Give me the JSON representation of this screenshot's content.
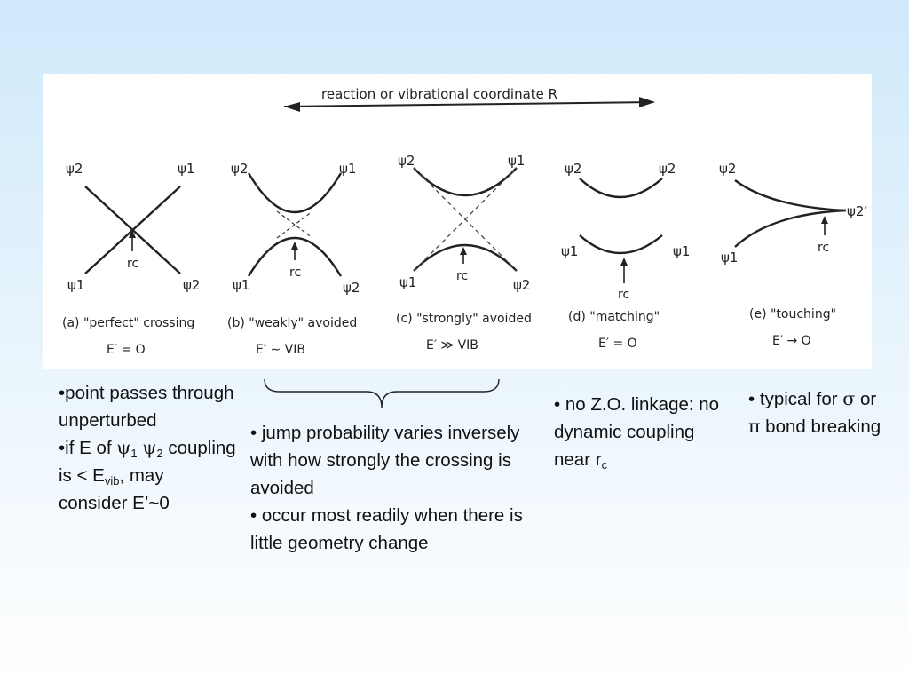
{
  "figure": {
    "axis_label": "reaction or vibrational coordinate R",
    "panels": [
      {
        "caption": "(a) \"perfect\" crossing",
        "energy": "E′ = O",
        "left_top": "ψ2",
        "right_top": "ψ1",
        "left_bottom": "ψ1",
        "right_bottom": "ψ2",
        "marker": "rc"
      },
      {
        "caption": "(b) \"weakly\" avoided",
        "energy": "E′ ∼ VIB",
        "left_top": "ψ2",
        "right_top": "ψ1",
        "left_bottom": "ψ1",
        "right_bottom": "ψ2",
        "marker": "rc"
      },
      {
        "caption": "(c) \"strongly\" avoided",
        "energy": "E′ ≫ VIB",
        "left_top": "ψ2",
        "right_top": "ψ1",
        "left_bottom": "ψ1",
        "right_bottom": "ψ2",
        "marker": "rc"
      },
      {
        "caption": "(d) \"matching\"",
        "energy": "E′ = O",
        "left_top": "ψ2",
        "right_top": "ψ2",
        "left_bottom": "ψ1",
        "right_bottom": "ψ1",
        "marker": "rc"
      },
      {
        "caption": "(e) \"touching\"",
        "energy": "E′ → O",
        "left_top": "ψ2",
        "right_top": "ψ2′",
        "left_bottom": "ψ1",
        "right_bottom": "",
        "marker": "rc"
      }
    ]
  },
  "notes": {
    "a": {
      "line1": "•point passes through unperturbed",
      "line2_pre": "•if E of ",
      "psi1": "ψ",
      "psi1_sub": "1",
      "psi2": "ψ",
      "psi2_sub": "2",
      "line2_mid": " coupling is < E",
      "evib_sub": "vib",
      "line2_post": ", may consider E’~0"
    },
    "bc": {
      "line1": "• jump probability varies inversely with how strongly the crossing is avoided",
      "line2": "• occur most readily when there is little geometry change"
    },
    "d": {
      "text": "• no Z.O. linkage: no dynamic coupling near r",
      "sub": "c"
    },
    "e": {
      "pre": "• typical for ",
      "sigma": "σ",
      "mid": " or ",
      "pi": "π",
      "post": " bond breaking"
    }
  }
}
